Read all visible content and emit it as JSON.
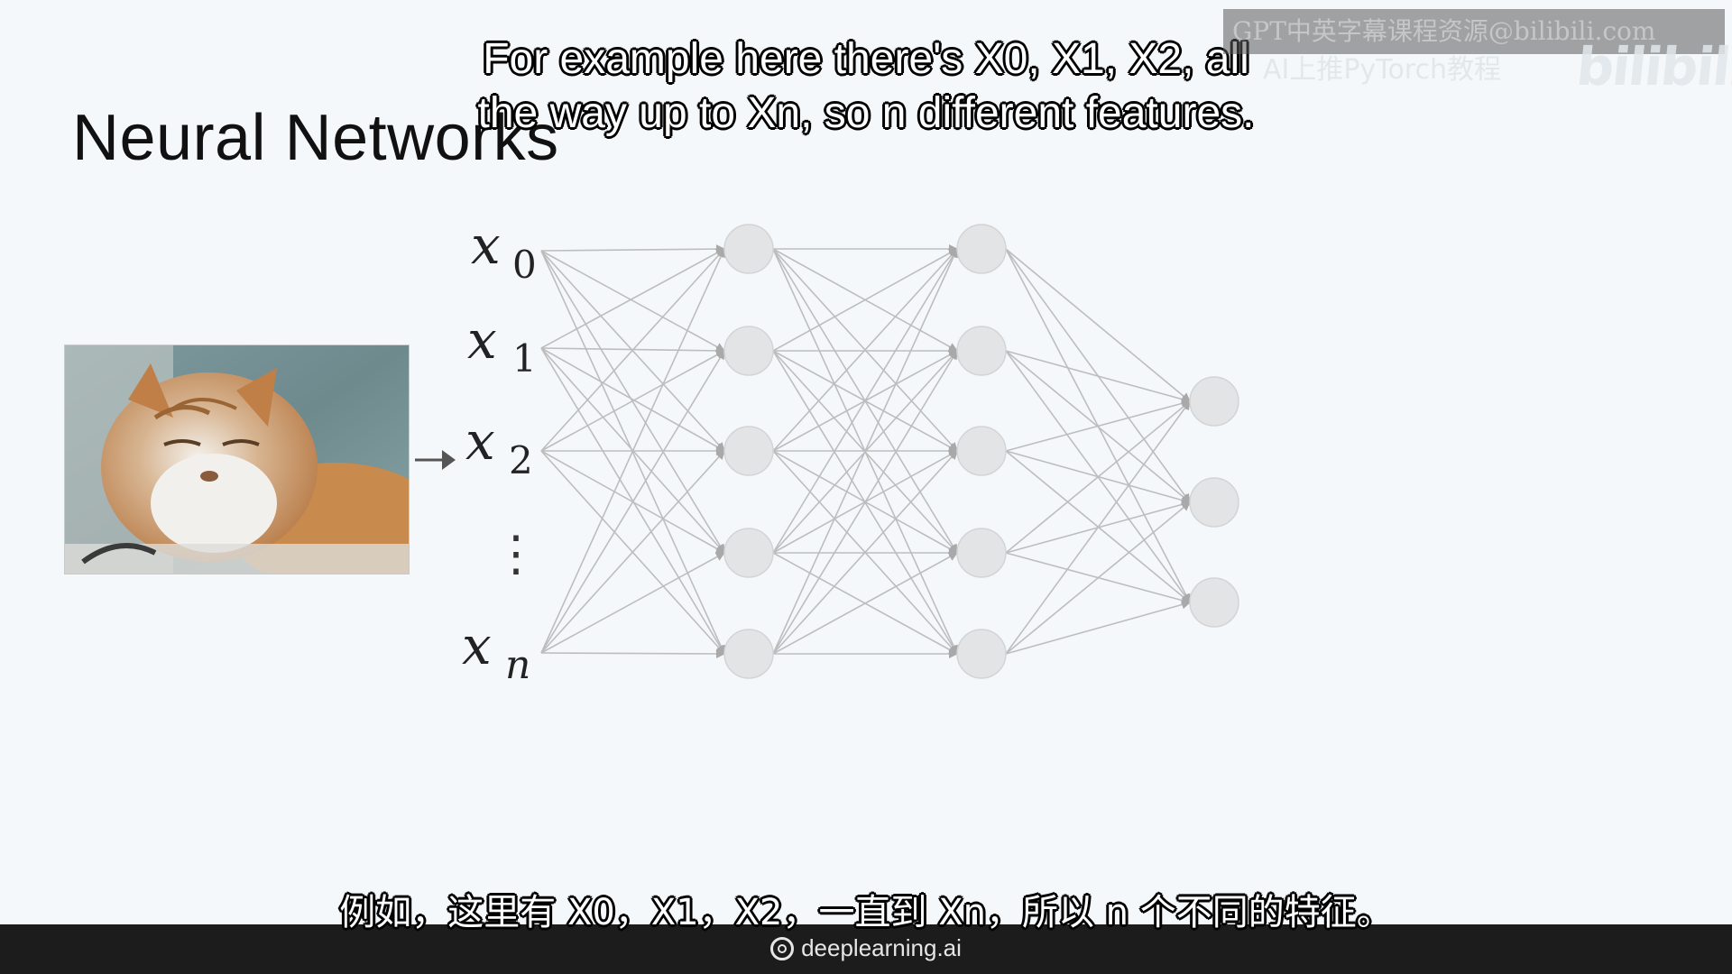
{
  "slide": {
    "title": "Neural Networks"
  },
  "diagram": {
    "input_labels": [
      {
        "base": "x",
        "sub": "0"
      },
      {
        "base": "x",
        "sub": "1"
      },
      {
        "base": "x",
        "sub": "2"
      },
      {
        "base": "x",
        "sub": "n"
      }
    ],
    "ellipsis": "⋮",
    "layers": [
      5,
      5,
      3
    ],
    "node_color": "#e2e4e6",
    "edge_color": "#bdbdbd",
    "arrow_color": "#555555"
  },
  "captions": {
    "english_line1": "For example here there's X0, X1, X2, all",
    "english_line2": "the way up to Xn, so n different features.",
    "chinese": "例如，这里有 X0，X1，X2，一直到 Xn，所以 n 个不同的特征。"
  },
  "footer": {
    "brand": "deeplearning.ai"
  },
  "watermark": {
    "text": "GPT中英字幕课程资源@bilibili.com",
    "subtitle": "AI上推PyTorch教程",
    "logo": "bilibili"
  }
}
